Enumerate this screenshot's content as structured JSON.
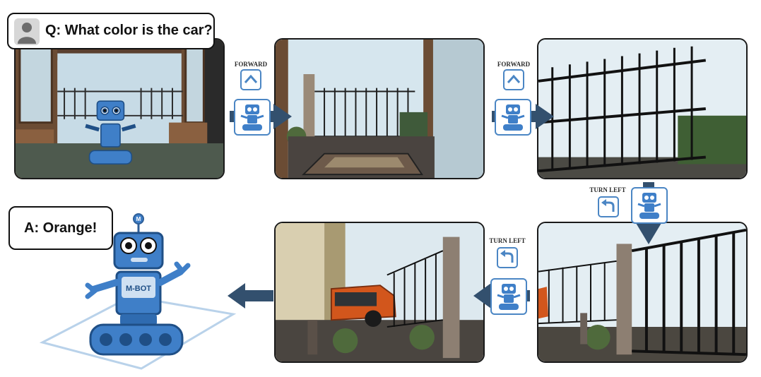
{
  "question": "Q: What color is the car?",
  "answer": "A: Orange!",
  "commands": [
    {
      "label": "FORWARD",
      "icon": "up-chevron-icon"
    },
    {
      "label": "FORWARD",
      "icon": "up-chevron-icon"
    },
    {
      "label": "TURN LEFT",
      "icon": "turn-left-icon"
    },
    {
      "label": "TURN LEFT",
      "icon": "turn-left-icon"
    }
  ],
  "robot_badge": "M-BOT",
  "robot_antenna": "M",
  "colors": {
    "robot_blue": "#3f7fc8",
    "arrow_navy": "#33506e",
    "box_border": "#4b86c4",
    "car_orange": "#d2561c"
  }
}
